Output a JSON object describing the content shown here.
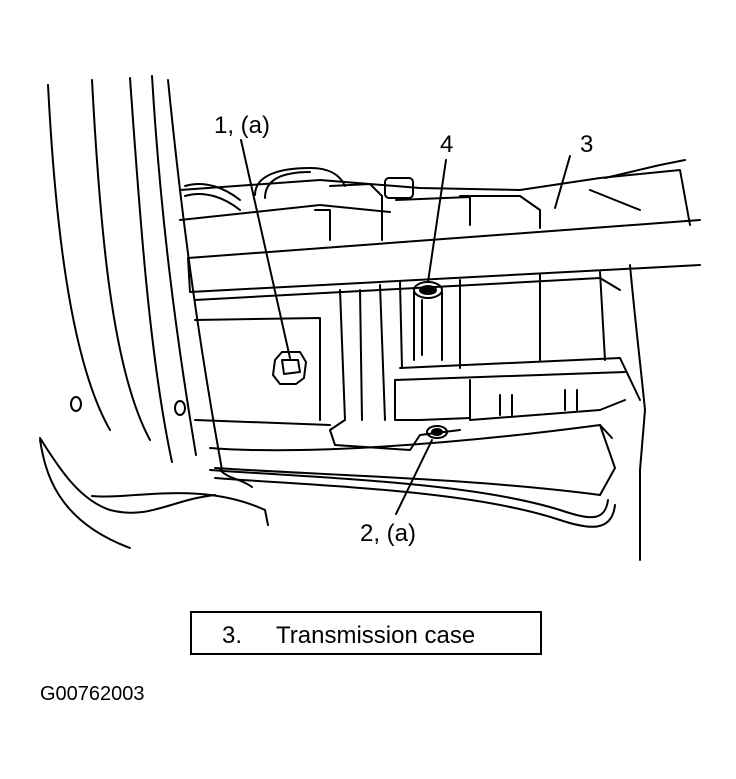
{
  "callouts": {
    "c1": "1, (a)",
    "c2": "2, (a)",
    "c3": "3",
    "c4": "4"
  },
  "legend": {
    "number": "3.",
    "text": "Transmission case"
  },
  "figure_id": "G00762003",
  "colors": {
    "line": "#000000",
    "background": "#ffffff"
  }
}
